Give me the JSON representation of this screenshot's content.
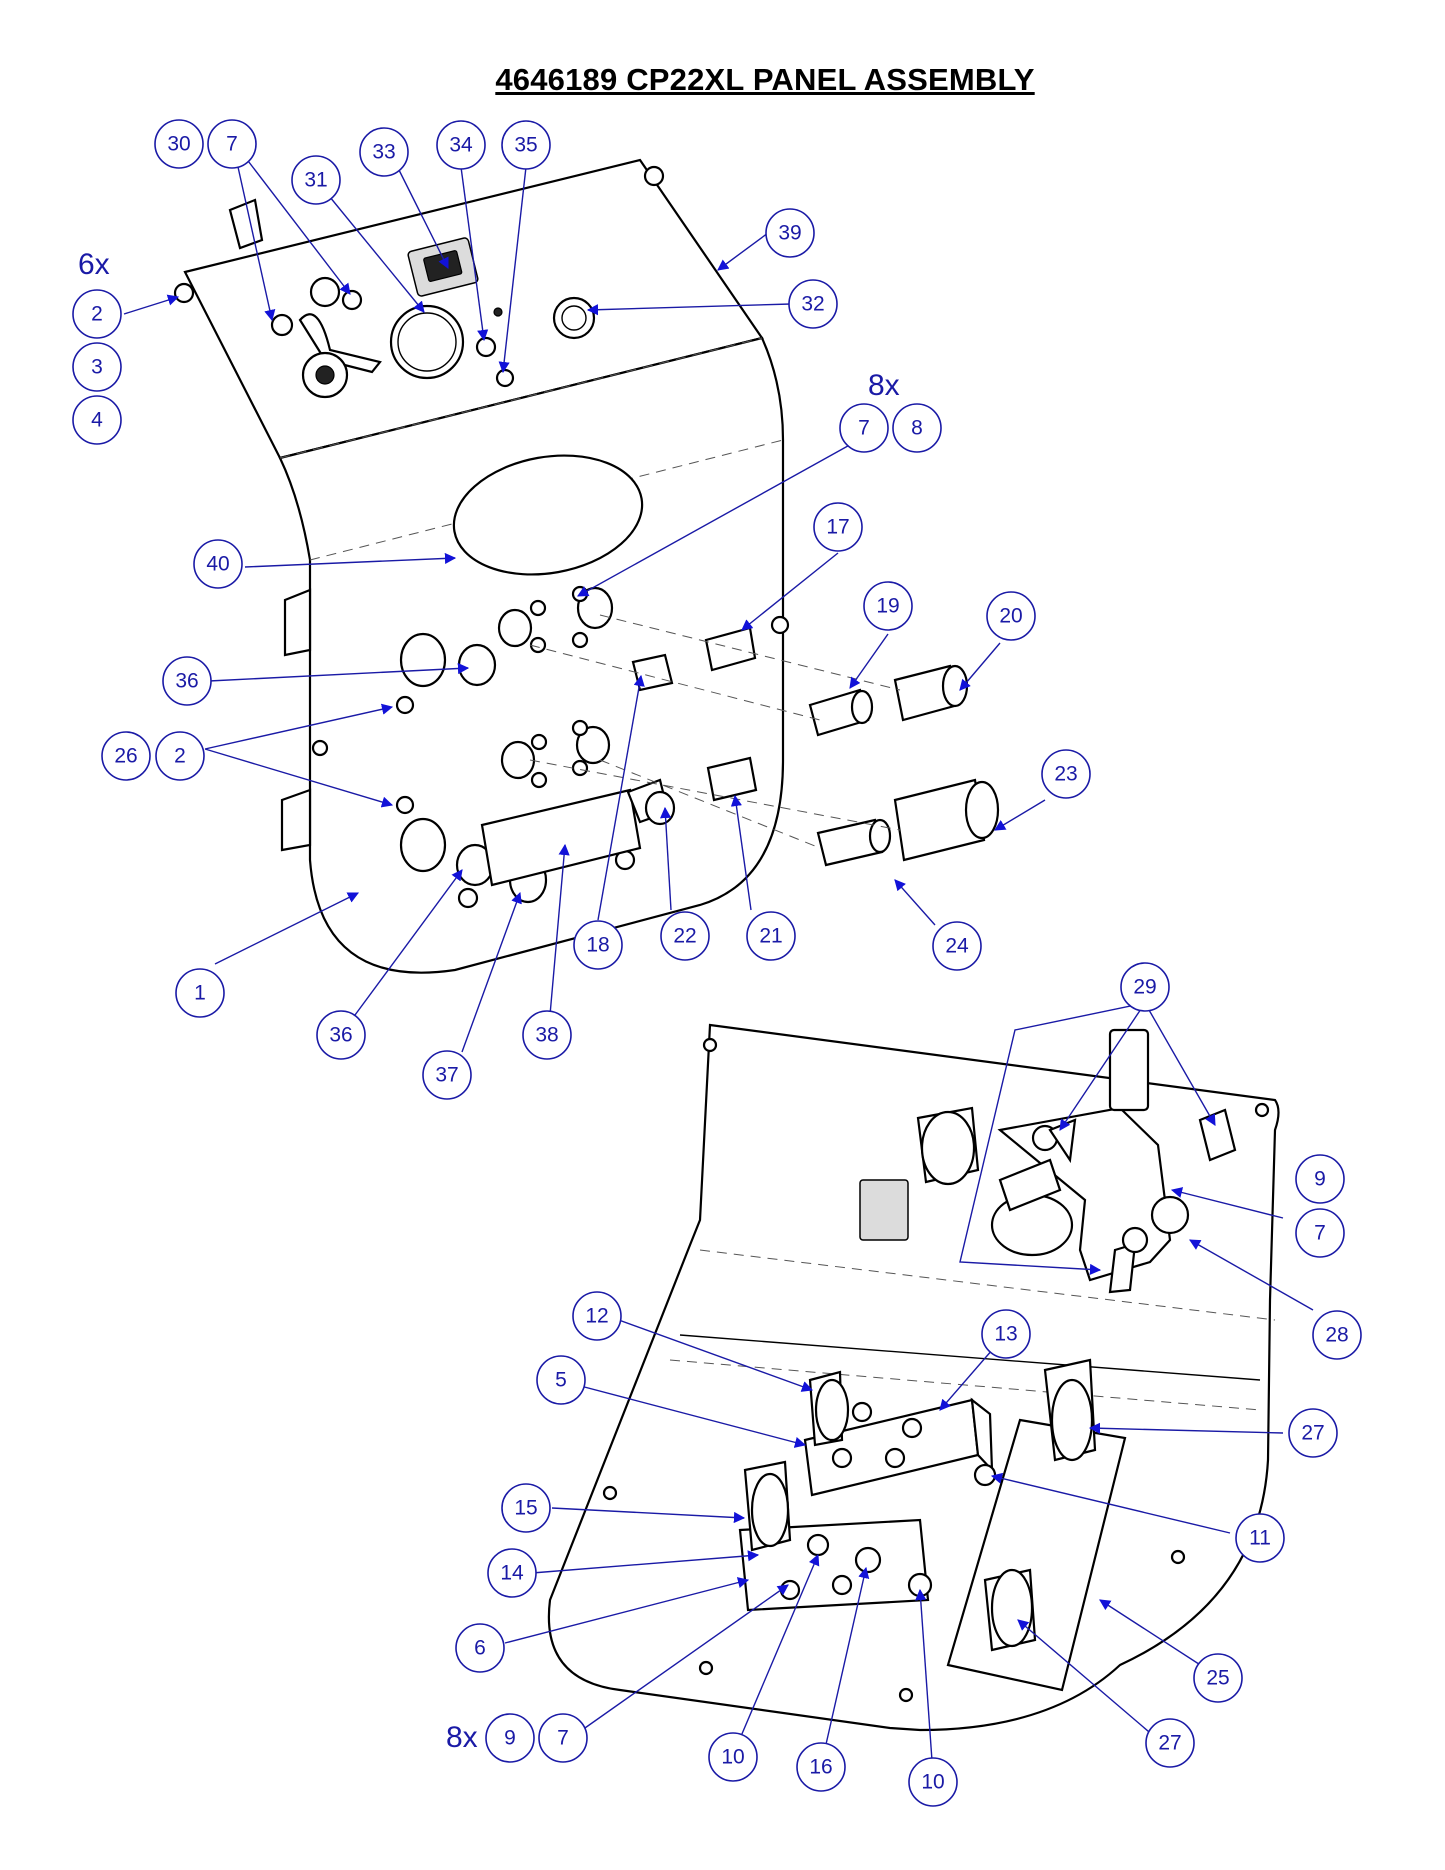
{
  "title": "4646189 CP22XL PANEL ASSEMBLY",
  "multipliers": [
    {
      "id": "six-x",
      "text": "6x"
    },
    {
      "id": "eight-x-top",
      "text": "8x"
    },
    {
      "id": "eight-x-bottom",
      "text": "8x"
    }
  ],
  "callouts": [
    {
      "label": "30"
    },
    {
      "label": "7"
    },
    {
      "label": "31"
    },
    {
      "label": "33"
    },
    {
      "label": "34"
    },
    {
      "label": "35"
    },
    {
      "label": "39"
    },
    {
      "label": "2"
    },
    {
      "label": "3"
    },
    {
      "label": "4"
    },
    {
      "label": "32"
    },
    {
      "label": "7"
    },
    {
      "label": "8"
    },
    {
      "label": "17"
    },
    {
      "label": "40"
    },
    {
      "label": "19"
    },
    {
      "label": "20"
    },
    {
      "label": "36"
    },
    {
      "label": "26"
    },
    {
      "label": "2"
    },
    {
      "label": "23"
    },
    {
      "label": "18"
    },
    {
      "label": "22"
    },
    {
      "label": "21"
    },
    {
      "label": "24"
    },
    {
      "label": "1"
    },
    {
      "label": "36"
    },
    {
      "label": "38"
    },
    {
      "label": "37"
    },
    {
      "label": "29"
    },
    {
      "label": "9"
    },
    {
      "label": "7"
    },
    {
      "label": "28"
    },
    {
      "label": "12"
    },
    {
      "label": "13"
    },
    {
      "label": "5"
    },
    {
      "label": "27"
    },
    {
      "label": "11"
    },
    {
      "label": "15"
    },
    {
      "label": "14"
    },
    {
      "label": "6"
    },
    {
      "label": "25"
    },
    {
      "label": "9"
    },
    {
      "label": "7"
    },
    {
      "label": "27"
    },
    {
      "label": "10"
    },
    {
      "label": "16"
    },
    {
      "label": "10"
    }
  ]
}
